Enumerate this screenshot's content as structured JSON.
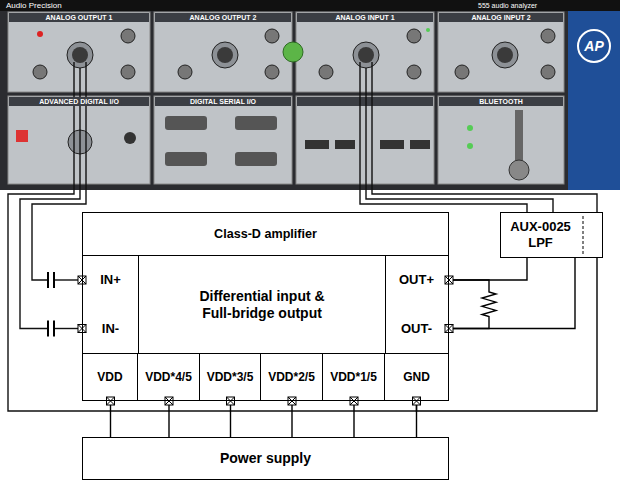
{
  "diagram": {
    "nodes": [
      {
        "text": [
          "Class-D amplifier"
        ]
      },
      {
        "text": [
          "Differential input & Full-bridge output"
        ],
        "in": 0
      },
      {
        "text": [
          "IN+"
        ],
        "in": 0
      },
      {
        "text": [
          "IN-"
        ],
        "in": 0
      },
      {
        "text": [
          "OUT+"
        ],
        "in": 0
      },
      {
        "text": [
          "OUT-"
        ],
        "in": 0
      },
      {
        "text": [
          "VDD"
        ],
        "in": 0
      },
      {
        "text": [
          "VDD*4/5"
        ],
        "in": 0
      },
      {
        "text": [
          "VDD*3/5"
        ],
        "in": 0
      },
      {
        "text": [
          "VDD*2/5"
        ],
        "in": 0
      },
      {
        "text": [
          "VDD*1/5"
        ],
        "in": 0
      },
      {
        "text": [
          "GND"
        ],
        "in": 0
      },
      {
        "text": [
          "AUX-0025 LPF"
        ]
      },
      {
        "text": [
          "Power supply"
        ]
      }
    ],
    "edges": [
      {
        "from": 6,
        "to": 13,
        "arrow": "none"
      },
      {
        "from": 7,
        "to": 13,
        "arrow": "none"
      },
      {
        "from": 8,
        "to": 13,
        "arrow": "none"
      },
      {
        "from": 9,
        "to": 13,
        "arrow": "none"
      },
      {
        "from": 10,
        "to": 13,
        "arrow": "none"
      },
      {
        "from": 11,
        "to": 13,
        "arrow": "none"
      },
      {
        "from": 4,
        "to": 12,
        "arrow": "none"
      },
      {
        "from": 5,
        "to": 12,
        "arrow": "none"
      },
      {
        "from": 4,
        "to": 5,
        "arrow": "none"
      },
      {
        "from": 11,
        "to": 12,
        "arrow": "none"
      }
    ],
    "labels": [
      "Audio Precision",
      "555 audio analyzer",
      "AP",
      "ANALOG OUTPUT 1",
      "ANALOG OUTPUT 2",
      "ANALOG INPUT 1",
      "ANALOG INPUT 2",
      "ADVANCED DIGITAL I/O",
      "DIGITAL SERIAL I/O",
      "BLUETOOTH"
    ]
  }
}
